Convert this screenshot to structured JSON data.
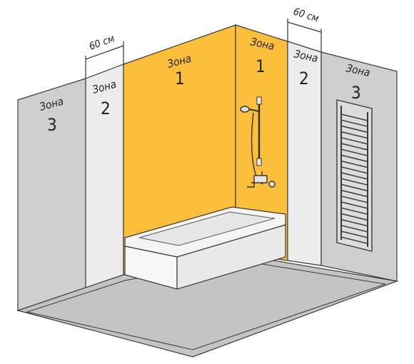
{
  "zones": {
    "zone_word": "Зона",
    "left_zone3_num": "3",
    "left_zone2_num": "2",
    "back_zone1_num": "1",
    "right_zone1_num": "1",
    "right_zone2_num": "2",
    "right_zone3_num": "3"
  },
  "dimensions": {
    "left": "60 см",
    "right": "60 см"
  },
  "colors": {
    "zone1": "#fbbf3c",
    "zone2": "#ececec",
    "zone3": "#cfcfcf",
    "floor": "#c4c4c4",
    "outline": "#3a3a3a"
  }
}
